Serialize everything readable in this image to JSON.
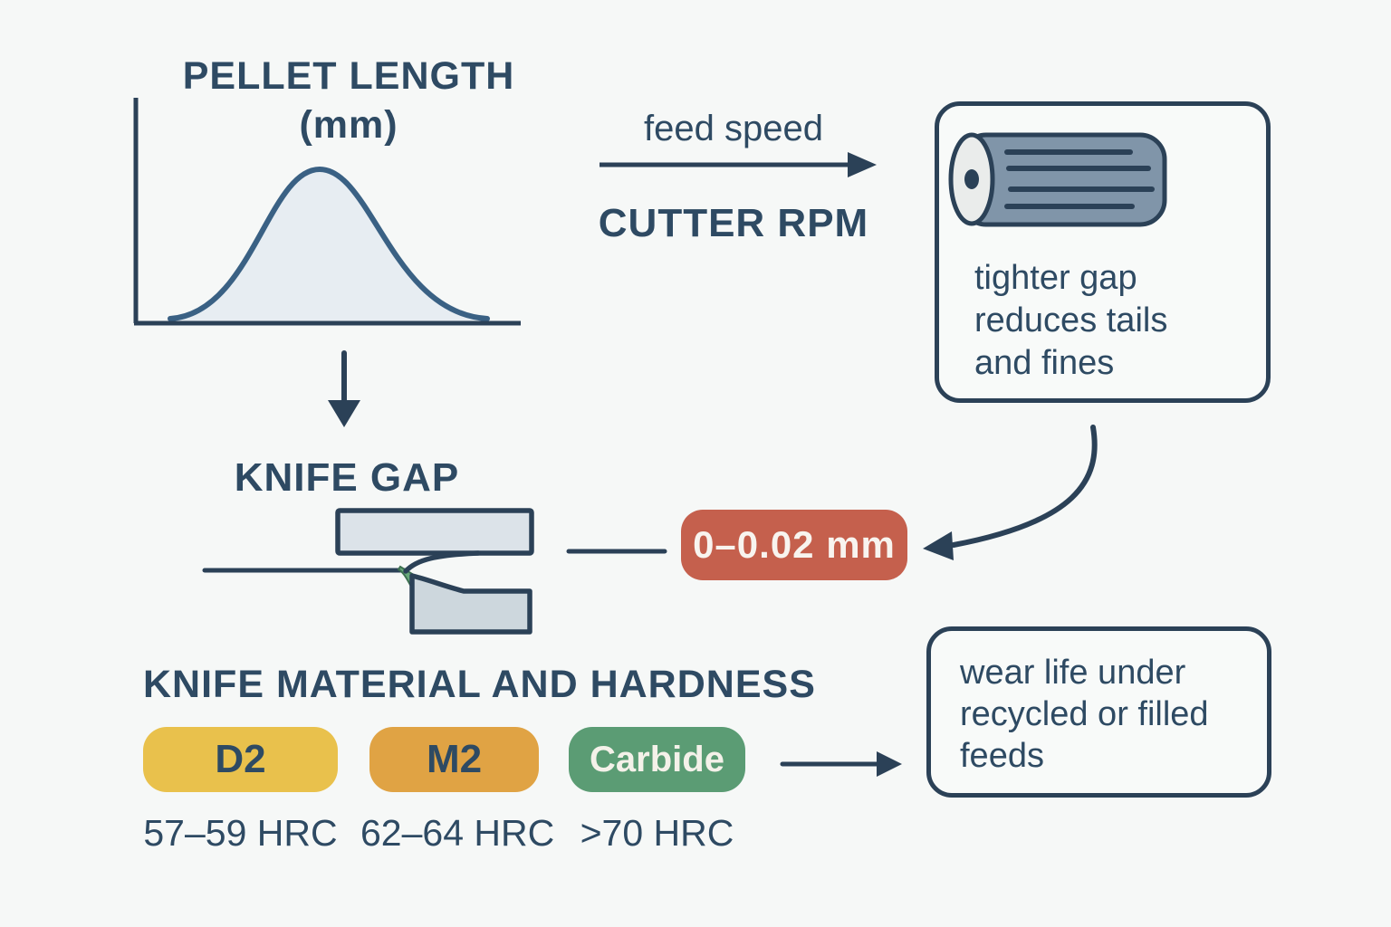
{
  "page": {
    "background": "#f6f8f7"
  },
  "pellet_chart": {
    "title": "PELLET LENGTH",
    "unit": "(mm)",
    "shape": "normal-distribution-curve"
  },
  "feed": {
    "arrow_label": "feed speed",
    "rpm_label": "CUTTER RPM"
  },
  "gap_note_box": {
    "icon": "cutter-roller-icon",
    "line1": "tighter gap",
    "line2": "reduces tails",
    "line3": "and fines"
  },
  "knife_gap": {
    "label": "KNIFE GAP",
    "value": "0–0.02 mm",
    "value_bg": "#c5604d"
  },
  "materials": {
    "heading": "KNIFE MATERIAL AND HARDNESS",
    "items": [
      {
        "name": "D2",
        "hardness": "57–59 HRC",
        "bg": "#e9c14c",
        "fg": "#2e4a63"
      },
      {
        "name": "M2",
        "hardness": "62–64 HRC",
        "bg": "#e0a344",
        "fg": "#2e4a63"
      },
      {
        "name": "Carbide",
        "hardness": ">70 HRC",
        "bg": "#5b9c74",
        "fg": "#f4f1e9"
      }
    ]
  },
  "wear_note_box": {
    "line1": "wear life under",
    "line2": "recycled or filled",
    "line3": "feeds"
  },
  "colors": {
    "ink": "#2e4a63",
    "outline": "#2b4157",
    "curve_stroke": "#3a6184",
    "curve_fill": "#e7edf2",
    "knife_fill_upper": "#dce3e9",
    "knife_fill_lower": "#cdd7dd",
    "pellet_wedge": "#68a87a",
    "roller_body": "#8095a9",
    "roller_cap": "#eaeceb"
  }
}
